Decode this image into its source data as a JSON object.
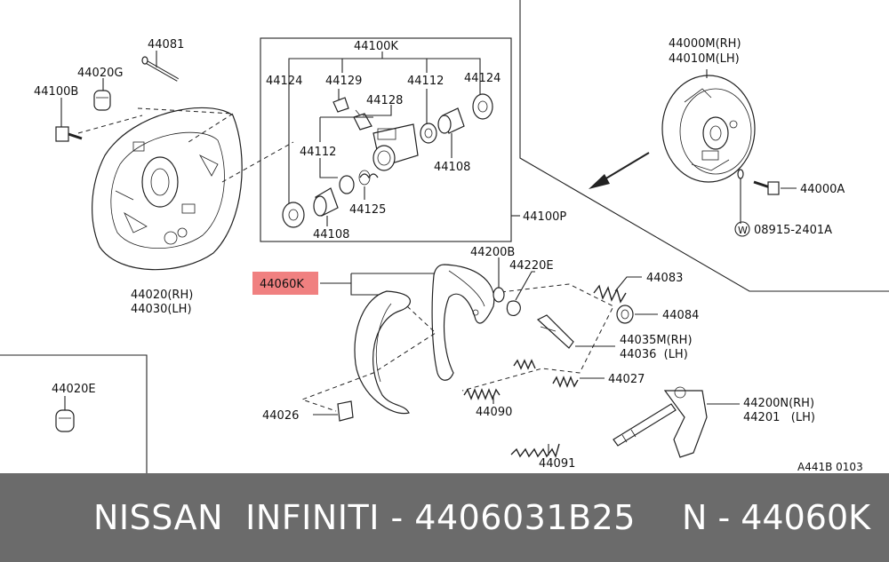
{
  "labels": {
    "p44081": "44081",
    "p44020G": "44020G",
    "p44100B": "44100B",
    "p44100K": "44100K",
    "p44124a": "44124",
    "p44129": "44129",
    "p44112a": "44112",
    "p44124b": "44124",
    "p44128": "44128",
    "p44112b": "44112",
    "p44108a": "44108",
    "p44125": "44125",
    "p44108b": "44108",
    "p44100P": "44100P",
    "p44000M": "44000M(RH)",
    "p44010M": "44010M(LH)",
    "p44000A": "44000A",
    "p08915": "08915-2401A",
    "p08915_prefix": "W",
    "p44020": "44020(RH)",
    "p44030": "44030(LH)",
    "p44060K": "44060K",
    "p44200B": "44200B",
    "p44220E": "44220E",
    "p44083": "44083",
    "p44084": "44084",
    "p44035M": "44035M(RH)",
    "p44036": "44036  (LH)",
    "p44027": "44027",
    "p44090": "44090",
    "p44200N": "44200N(RH)",
    "p44201": "44201   (LH)",
    "p44026": "44026",
    "p44091": "44091",
    "p44020E": "44020E",
    "diagram_code": "A441B 0103"
  },
  "highlight_color": "#f08080",
  "footer": {
    "text": "NISSAN  INFINITI - 4406031B25",
    "ref": "N - 44060K",
    "background": "#6b6b6b"
  }
}
